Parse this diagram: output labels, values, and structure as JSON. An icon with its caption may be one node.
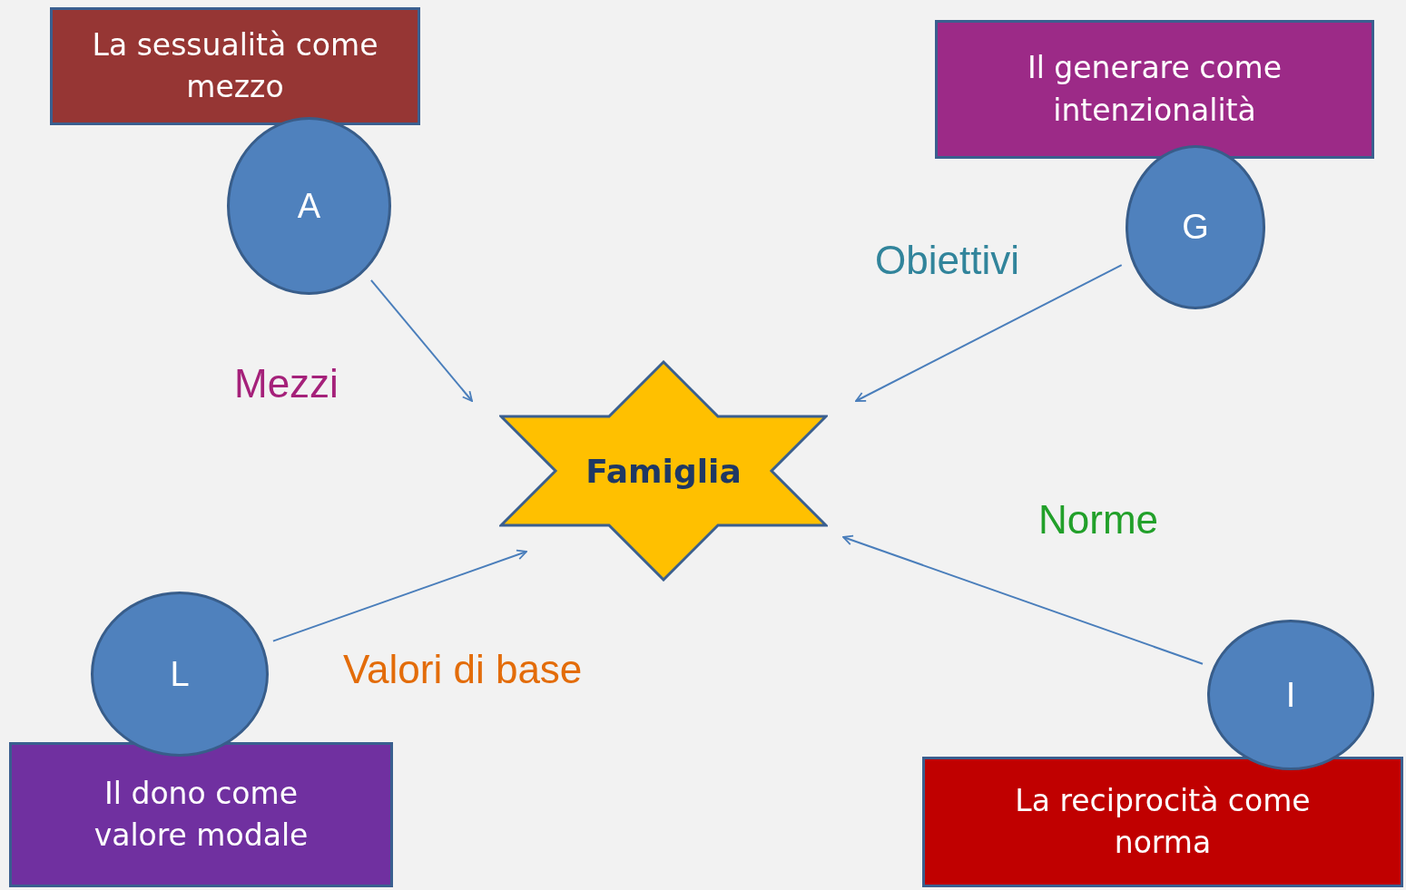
{
  "diagram": {
    "nodes": [
      {
        "text": [
          "La sessualità come mezzo"
        ]
      },
      {
        "text": [
          "A"
        ]
      },
      {
        "text": [
          "Il generare come intenzionalità"
        ]
      },
      {
        "text": [
          "G"
        ]
      },
      {
        "text": [
          "Famiglia"
        ]
      },
      {
        "text": [
          "L"
        ]
      },
      {
        "text": [
          "Il dono come valore modale"
        ]
      },
      {
        "text": [
          "I"
        ]
      },
      {
        "text": [
          "La reciprocità come norma"
        ]
      }
    ],
    "edges": [
      {
        "from": 1,
        "to": 4,
        "arrow": "to",
        "label": "Mezzi"
      },
      {
        "from": 3,
        "to": 4,
        "arrow": "to",
        "label": "Obiettivi"
      },
      {
        "from": 5,
        "to": 4,
        "arrow": "to",
        "label": "Valori di base"
      },
      {
        "from": 7,
        "to": 4,
        "arrow": "to",
        "label": "Norme"
      }
    ]
  }
}
